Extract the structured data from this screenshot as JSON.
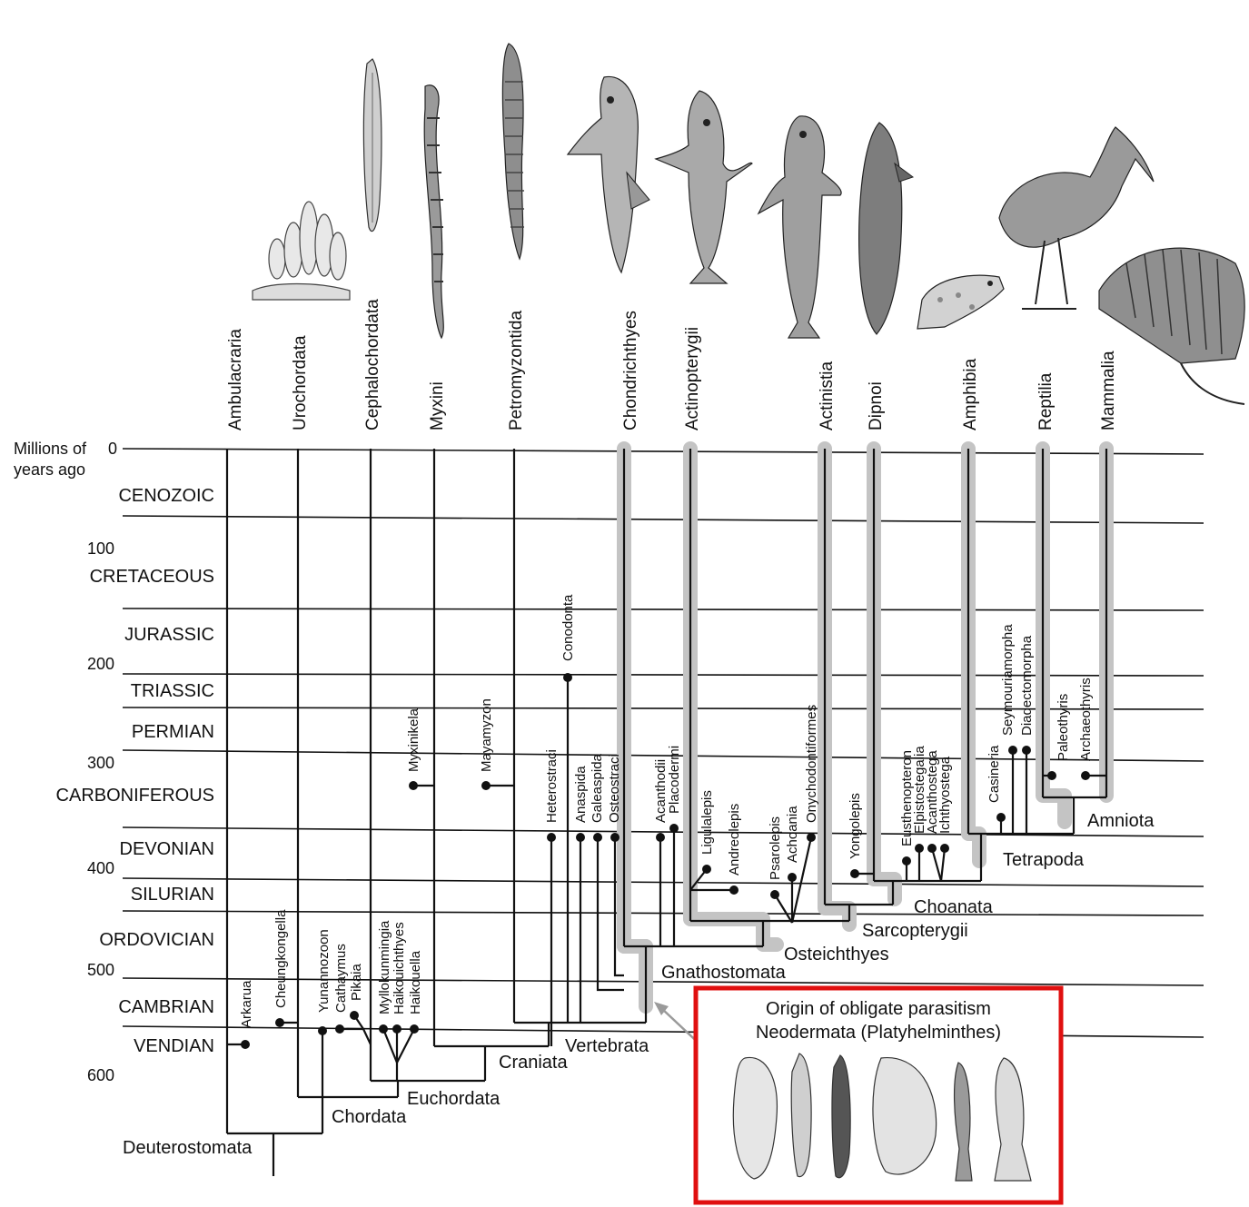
{
  "timescale": {
    "axis_label_line1": "Millions of",
    "axis_label_line2": "years ago",
    "ticks": [
      "0",
      "100",
      "200",
      "300",
      "400",
      "500",
      "600"
    ],
    "periods": [
      "CENOZOIC",
      "CRETACEOUS",
      "JURASSIC",
      "TRIASSIC",
      "PERMIAN",
      "CARBONIFEROUS",
      "DEVONIAN",
      "SILURIAN",
      "ORDOVICIAN",
      "CAMBRIAN",
      "VENDIAN"
    ]
  },
  "taxa": [
    "Ambulacraria",
    "Urochordata",
    "Cephalochordata",
    "Myxini",
    "Petromyzontida",
    "Chondrichthyes",
    "Actinopterygii",
    "Actinistia",
    "Dipnoi",
    "Amphibia",
    "Reptilia",
    "Mammalia"
  ],
  "fossils": [
    "Arkarua",
    "Cheungkongella",
    "Yunannozoon",
    "Cathaymus",
    "Pikaia",
    "Myllokunmingia",
    "Haikouichthyes",
    "Haikouella",
    "Myxinikela",
    "Mayamyzon",
    "Conodonta",
    "Heterostraci",
    "Anaspida",
    "Galeaspida",
    "Osteostraci",
    "Acanthodii",
    "Placodermi",
    "Ligulalepis",
    "Andreolepis",
    "Psarolepis",
    "Achoania",
    "Onychodontiformes",
    "Yongolepis",
    "Eusthenopteron",
    "Elpistostegalia",
    "Acanthostega",
    "Ichthyostega",
    "Casineria",
    "Seymouriamorpha",
    "Diadectomorpha",
    "Paleothyris",
    "Archaeothyris"
  ],
  "clades": [
    "Deuterostomata",
    "Chordata",
    "Euchordata",
    "Craniata",
    "Vertebrata",
    "Gnathostomata",
    "Osteichthyes",
    "Sarcopterygii",
    "Choanata",
    "Tetrapoda",
    "Amniota"
  ],
  "inset": {
    "title_line1": "Origin of obligate parasitism",
    "title_line2": "Neodermata (Platyhelminthes)",
    "border_color": "#e01010"
  },
  "colors": {
    "highlight_path": "#c4c4c4",
    "lines": "#111111"
  },
  "icons": [
    "ambulacraria-icon",
    "urochordata-icon",
    "cephalochordata-icon",
    "myxini-icon",
    "petromyzontida-icon",
    "chondrichthyes-icon",
    "actinopterygii-icon",
    "actinistia-icon",
    "dipnoi-icon",
    "amphibia-icon",
    "reptilia-icon",
    "mammalia-icon",
    "flatworm-icon"
  ]
}
